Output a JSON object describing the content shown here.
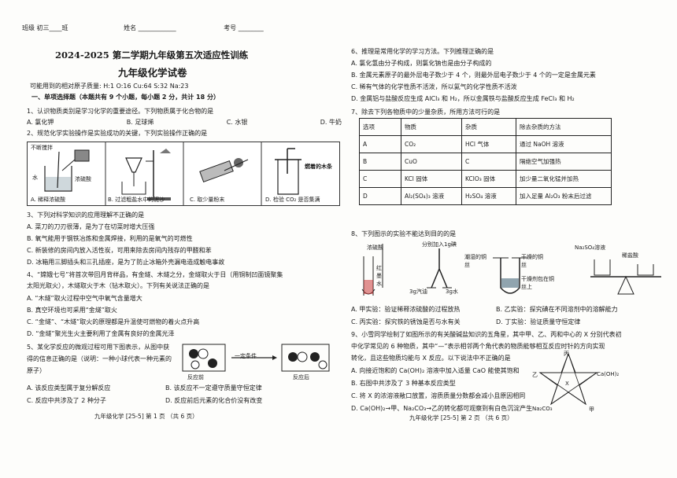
{
  "header": {
    "class_label": "班级 初三____班",
    "name_label": "姓名 ____________",
    "exam_label": "考号 ________"
  },
  "title": {
    "line1": "2024-2025 第二学期九年级第五次适应性训练",
    "line2": "九年级化学试卷"
  },
  "atomic": "可能用到的相对原子质量: H:1   O:16   Cu:64   S:32   Na:23",
  "section1": "一、单项选择题（本题共有 9 个小题，每小题 2 分，共计 18 分）",
  "q1": {
    "stem": "1、认识物质类别是学习化学的重要途径。下列物质属于化合物的是",
    "opts": [
      "A. 氯化钾",
      "B. 足球烯",
      "C. 水银",
      "D. 牛奶"
    ]
  },
  "q2": {
    "stem": "2、规范化学实验操作是实验成功的关键，下列实验操作正确的是",
    "opts": [
      "A. 稀释浓硫酸",
      "B. 过滤粗盐水中的泥沙",
      "C. 取少量粉末",
      "D. 检验 CO₂ 是否集满"
    ],
    "labels": [
      "不断搅拌",
      "水",
      "浓硫酸",
      "燃着的木条"
    ]
  },
  "q3": {
    "stem": "3、下列对科学知识的应用理解不正确的是",
    "opts": [
      "A. 菜刀的刀刃很薄，是为了在切菜时增大压强",
      "B. 氧气能用于钢铁冶炼和金属焊接，利用的是氧气的可燃性",
      "C. 新装修的房间内放入活性炭，可用来除去房间内残存的甲醛和苯",
      "D. 冰箱用三脚插头和三孔插座，是为了防止冰箱外壳漏电造成触电事故"
    ]
  },
  "q4": {
    "stem1": "4、“嫦娥七号”将首次带回月背样品，有金燧、木燧之分，金燧取火于日（用铜制凹面镜聚集",
    "stem2": "太阳光取火），木燧取火于木（钻木取火）。下列有关说法正确的是",
    "opts": [
      "A. “木燧”取火过程中空气中氧气含量增大",
      "B. 真空环境也可采用“金燧”取火",
      "C. “金燧”、“木燧”取火的原理都是升温使可燃物的着火点升高",
      "D. “金燧”聚光生火主要利用了金属有良好的金属光泽"
    ]
  },
  "q5": {
    "stem1": "5、某化学反应的微观过程可用下图表示，从图中获",
    "stem2": "得的信息正确的是（说明：一种小球代表一种元素的",
    "stem3": "原子）",
    "cond": "一定条件",
    "before": "反应前",
    "after": "反应后",
    "opts": [
      "A. 该反应类型属于复分解反应",
      "B. 该反应不一定遵守质量守恒定律",
      "C. 反应中共涉及了 2 种分子",
      "D. 反应前后元素的化合价没有改变"
    ]
  },
  "footer_left": "九年级化学 [25-5]  第 1 页  （共 6 页）",
  "q6": {
    "stem": "6、推理是常用化学的学习方法。下列推理正确的是",
    "opts": [
      "A. 氯化氢由分子构成，则氯化钠也是由分子构成的",
      "B. 金属元素原子的最外层电子数少于 4 个，则最外层电子数少于 4 个的一定是金属元素",
      "C. 稀有气体的化学性质不活泼，所以氦气的化学性质不活泼",
      "D. 金属铝与盐酸反应生成 AlCl₃ 和 H₂，所以金属铁与盐酸反应生成 FeCl₃ 和 H₂"
    ]
  },
  "q7": {
    "stem": "7、除去下列各物质中的少量杂质，所用方法可行的是",
    "headers": [
      "选项",
      "物质",
      "杂质",
      "除去杂质的方法"
    ],
    "rows": [
      [
        "A",
        "CO₂",
        "HCl 气体",
        "通过 NaOH 溶液"
      ],
      [
        "B",
        "CuO",
        "C",
        "隔绝空气加强热"
      ],
      [
        "C",
        "KCl 固体",
        "KClO₃ 固体",
        "加少量二氧化锰并加热"
      ],
      [
        "D",
        "Al₂(SO₄)₃ 溶液",
        "H₂SO₄ 溶液",
        "加入足量 Al₂O₃ 粉末后过滤"
      ]
    ]
  },
  "q8": {
    "stem": "8、下列图示的实验不能达到目的的是",
    "labels": [
      "浓硫酸",
      "红墨水",
      "分别加入1g碘",
      "3g汽油",
      "3g水",
      "潮湿的铜丝",
      "干燥的铜丝",
      "干燥剂包在铜丝上",
      "Na₂SO₄溶液",
      "稀盐酸"
    ],
    "opts": [
      "A. 甲实验：验证稀释浓硫酸的过程放热",
      "B. 乙实验：探究碘在不同溶剂中的溶解能力",
      "C. 丙实验：探究铁的锈蚀是否与水有关",
      "D. 丁实验：验证质量守恒定律"
    ]
  },
  "q9": {
    "stem1": "9、小雪同学绘制了如图所示的有关酸碱盐知识的五角星，其中甲、乙、丙和中心的 X 分别代表初",
    "stem2": "中化学常见的 6 种物质，其中“—”表示相邻两个角代表的物质能够相互反应时针的方向实现",
    "stem3": "转化，且这些物质均能与 X 反应。以下说法中不正确的是",
    "opts": [
      "A. 向接近饱和的 Ca(OH)₂ 溶液中加入适量 CaO 能使其饱和",
      "B. 右图中共涉及了 3 种基本反应类型",
      "C. 将 X 的浓溶液敞口放置，溶质质量分数都会减小且原因相同",
      "D. Ca(OH)₂→甲、Na₂CO₃→乙的转化都可观察到有白色沉淀产生"
    ],
    "star": [
      "乙",
      "X",
      "丙",
      "Ca(OH)₂",
      "Na₂CO₃",
      "甲"
    ]
  },
  "footer_right": "九年级化学 [25-5]  第 2 页  （共 6 页）"
}
